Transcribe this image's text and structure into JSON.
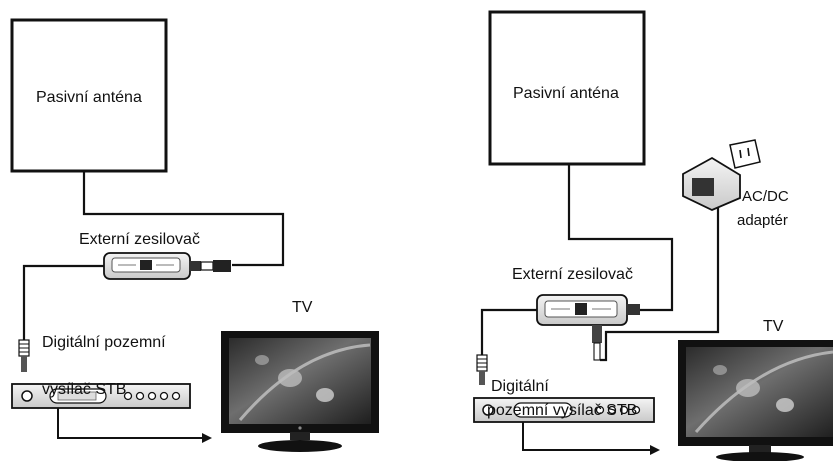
{
  "left_setup": {
    "antenna_label": "Pasivní anténa",
    "amplifier_label": "Externí zesilovač",
    "stb_label_line1": "Digitální pozemní",
    "stb_label_line2": "vysílač STB",
    "tv_label": "TV"
  },
  "right_setup": {
    "antenna_label": "Pasivní anténa",
    "adapter_label_line1": "AC/DC",
    "adapter_label_line2": "adaptér",
    "amplifier_label": "Externí zesilovač",
    "stb_label_line1": "Digitální",
    "stb_label_line2": "pozemní vysílač STB",
    "tv_label": "TV"
  },
  "colors": {
    "line": "#111111",
    "screen_dark": "#3a3a3a",
    "screen_mid": "#8a8a8a",
    "device_body": "#e8e8e8"
  }
}
